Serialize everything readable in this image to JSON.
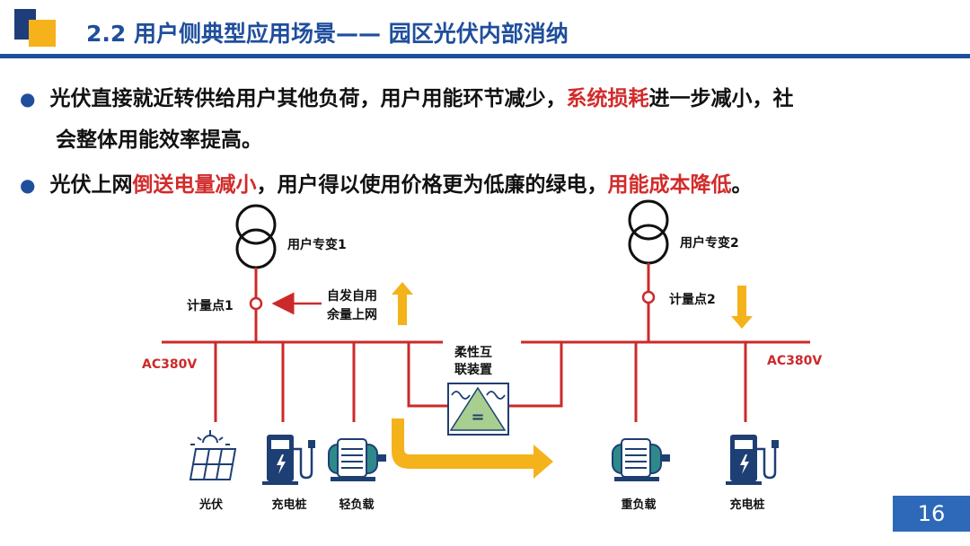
{
  "header": {
    "title": "2.2 用户侧典型应用场景—— 园区光伏内部消纳"
  },
  "bullets": [
    {
      "segments": [
        {
          "text": "光伏直接就近转供给用户其他负荷，用户用能环节减少，",
          "color": "black"
        },
        {
          "text": "系统损耗",
          "color": "red"
        },
        {
          "text": "进一步减小，社",
          "color": "black"
        }
      ],
      "continuation": "会整体用能效率提高。"
    },
    {
      "segments": [
        {
          "text": "光伏上网",
          "color": "black"
        },
        {
          "text": "倒送电量减小",
          "color": "red"
        },
        {
          "text": "，用户得以使用价格更为低廉的绿电，",
          "color": "black"
        },
        {
          "text": "用能成本降低",
          "color": "red"
        },
        {
          "text": "。",
          "color": "black"
        }
      ]
    }
  ],
  "diagram": {
    "transformer1_label": "用户专变1",
    "transformer2_label": "用户专变2",
    "meter1_label": "计量点1",
    "meter2_label": "计量点2",
    "export_label_line1": "自发自用",
    "export_label_line2": "余量上网",
    "bus1_voltage": "AC380V",
    "bus2_voltage": "AC380V",
    "flex_device_line1": "柔性互",
    "flex_device_line2": "联装置",
    "flex_device_symbol": "=",
    "loads": {
      "pv": "光伏",
      "charger1": "充电桩",
      "light_load": "轻负载",
      "heavy_load": "重负载",
      "charger2": "充电桩"
    },
    "icons": [
      "transformer-icon",
      "meter-icon",
      "solar-panel-icon",
      "ev-charger-icon",
      "motor-icon",
      "converter-icon",
      "flow-arrow-icon"
    ],
    "colors": {
      "line": "#cc2a2a",
      "arrow": "#f4b21b",
      "icon": "#1e3f73",
      "device_green": "#a8cf8f",
      "accent_blue": "#1f4e9c"
    }
  },
  "footer": {
    "page_number": "16"
  }
}
